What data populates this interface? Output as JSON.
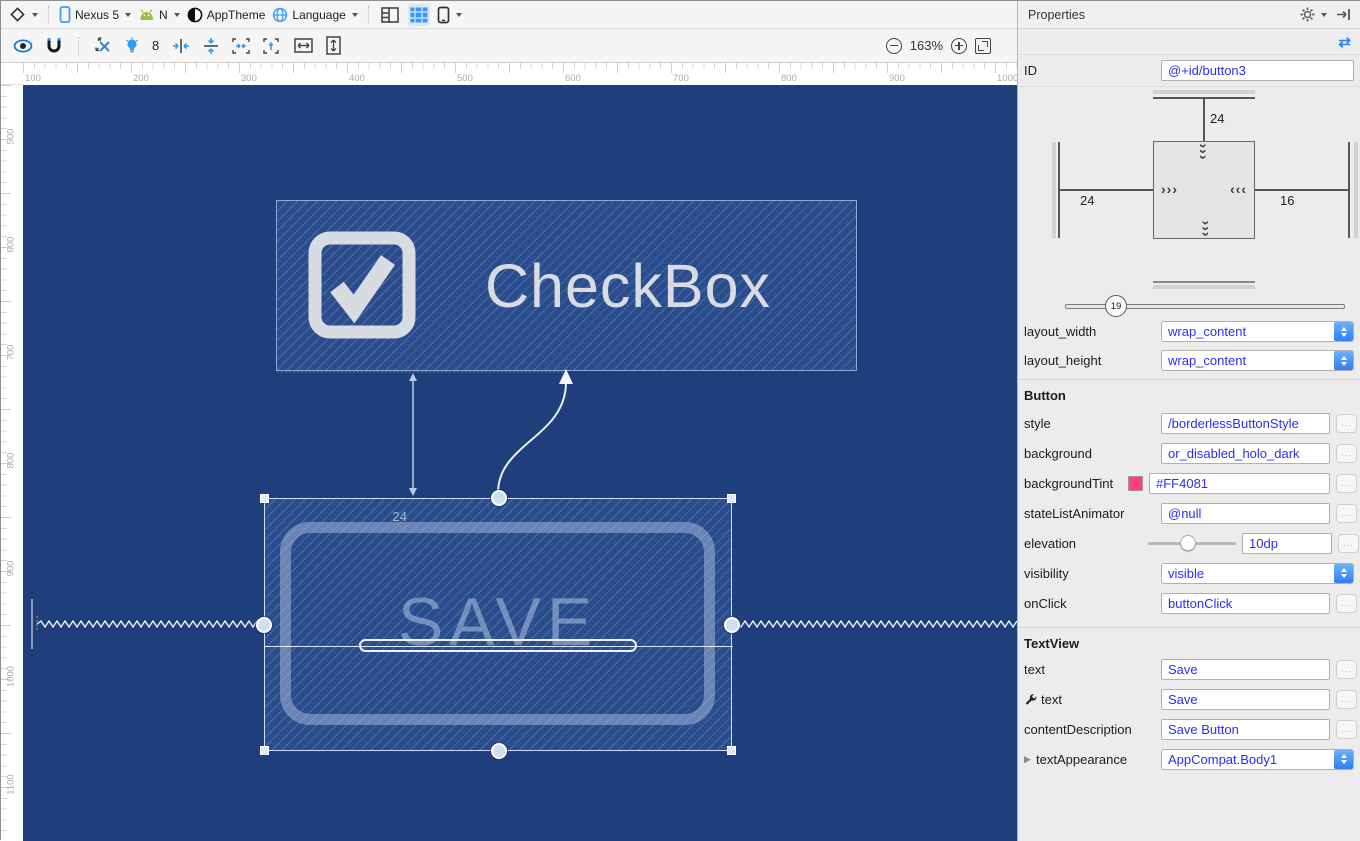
{
  "toolbar_top": {
    "device_label": "Nexus 5",
    "api_label": "N",
    "theme_label": "AppTheme",
    "language_label": "Language"
  },
  "toolbar_design": {
    "default_margin": "8",
    "zoom_value": "163%"
  },
  "rulers": {
    "top": [
      "100",
      "200",
      "300",
      "400",
      "500",
      "600",
      "700",
      "800",
      "900",
      "1000"
    ],
    "left": [
      "500",
      "600",
      "700",
      "800",
      "900",
      "1000",
      "1100"
    ]
  },
  "canvas": {
    "checkbox_label": "CheckBox",
    "button_label": "SAVE",
    "margin_value": "24"
  },
  "properties": {
    "title": "Properties",
    "id_label": "ID",
    "id_value": "@+id/button3",
    "inspector": {
      "margin_top": "24",
      "margin_left": "24",
      "margin_right": "16",
      "bias": "19",
      "chevrons_right": "›››",
      "chevrons_left": "‹‹‹"
    },
    "layout_width_label": "layout_width",
    "layout_width_value": "wrap_content",
    "layout_height_label": "layout_height",
    "layout_height_value": "wrap_content",
    "button_section_title": "Button",
    "style_label": "style",
    "style_value": "/borderlessButtonStyle",
    "background_label": "background",
    "background_value": "or_disabled_holo_dark",
    "tint_label": "backgroundTint",
    "tint_value": "#FF4081",
    "tint_color": "#FF4081",
    "animator_label": "stateListAnimator",
    "animator_value": "@null",
    "elevation_label": "elevation",
    "elevation_value": "10dp",
    "visibility_label": "visibility",
    "visibility_value": "visible",
    "onclick_label": "onClick",
    "onclick_value": "buttonClick",
    "textview_section_title": "TextView",
    "text_label": "text",
    "tools_text_label": "text",
    "text_value": "Save",
    "tools_text_value": "Save",
    "contentdesc_label": "contentDescription",
    "contentdesc_value": "Save Button",
    "textappearance_label": "textAppearance",
    "textappearance_value": "AppCompat.Body1"
  },
  "ui": {
    "ellipsis": "..."
  }
}
